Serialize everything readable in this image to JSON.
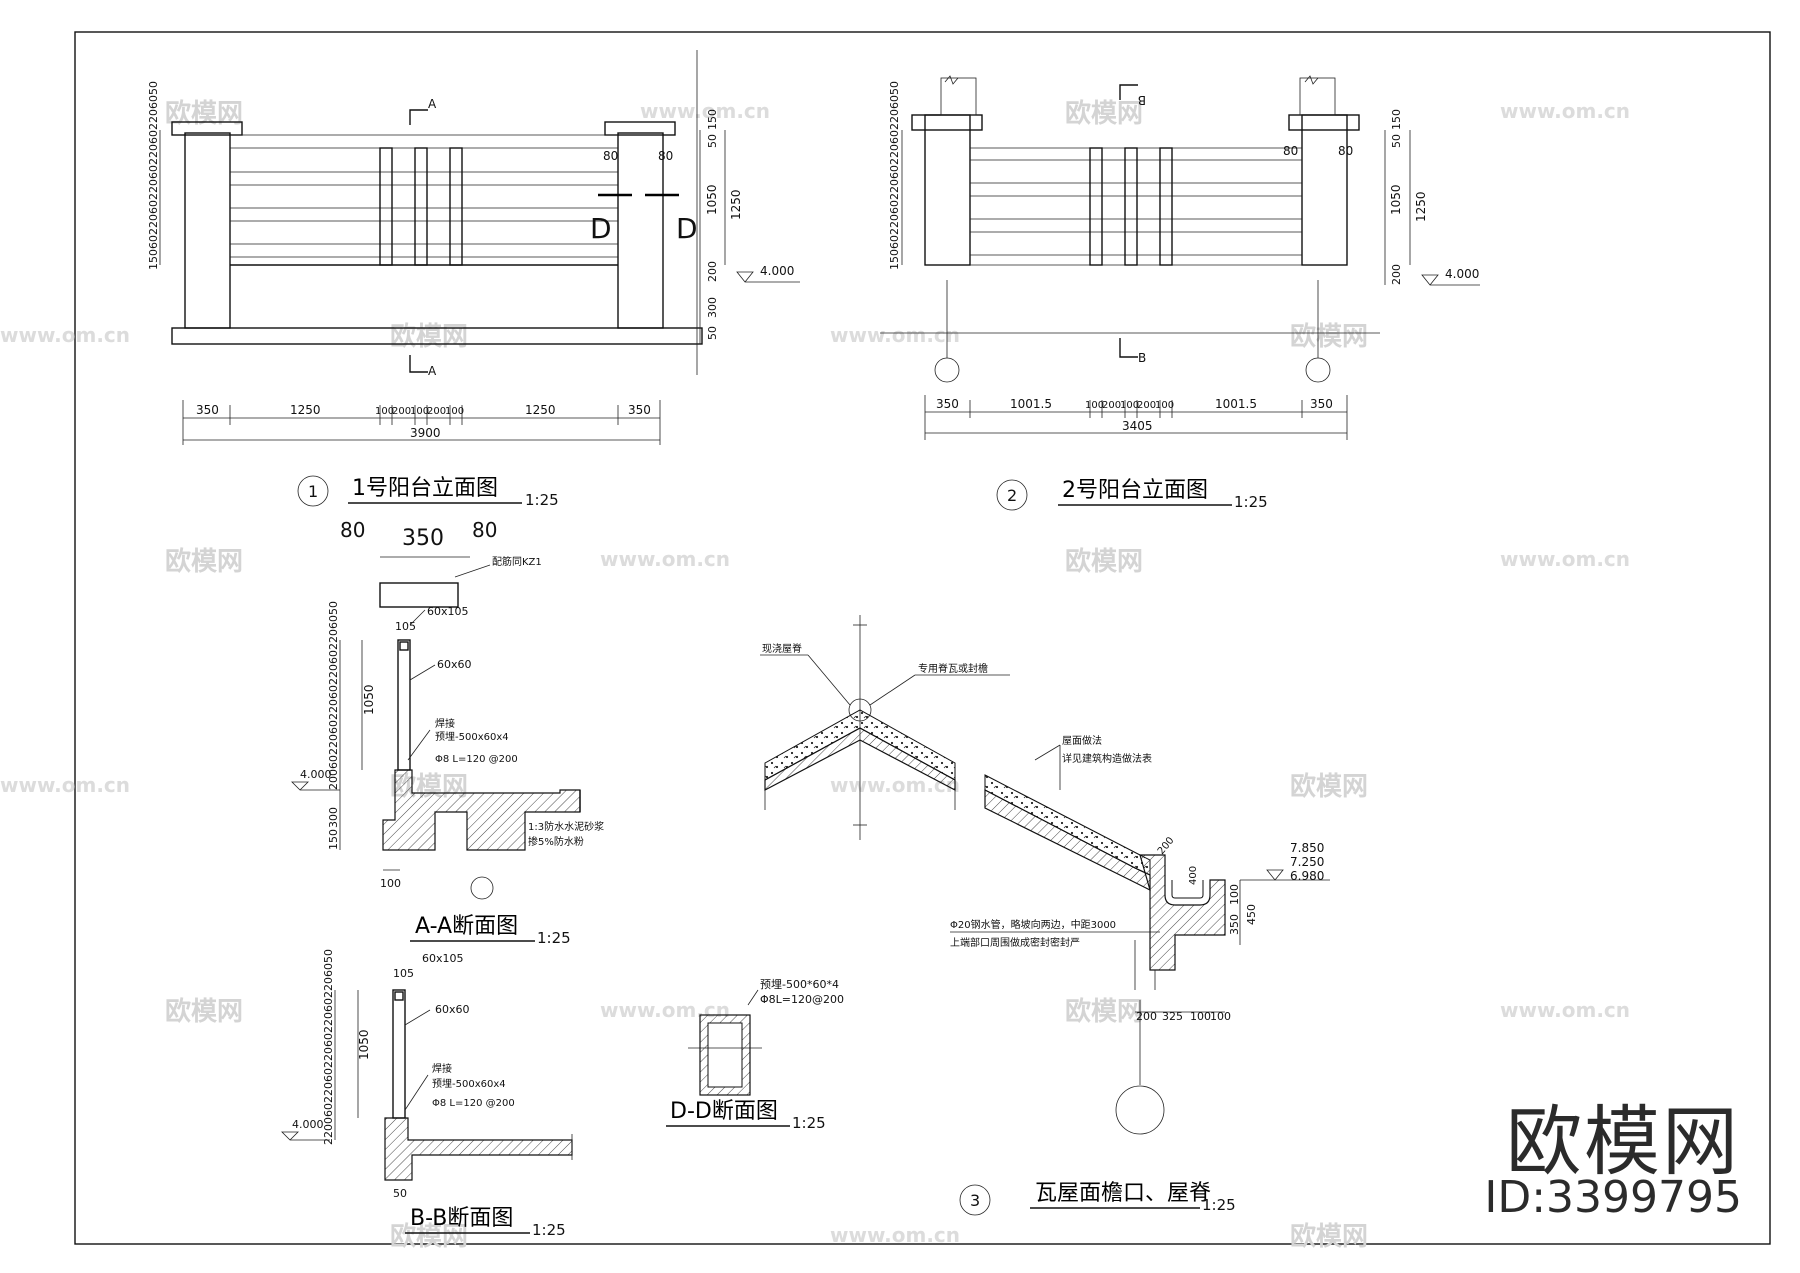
{
  "watermark": {
    "site": "www.om.cn",
    "brand": "欧模网"
  },
  "brand": {
    "name": "欧模网",
    "id": "ID:3399795"
  },
  "drawing1": {
    "number": "1",
    "title": "1号阳台立面图",
    "scale": "1:25",
    "section_a": "A",
    "section_d": "D",
    "elevation": "4.000",
    "dims_bottom": [
      "350",
      "1250",
      "100",
      "200",
      "100",
      "200",
      "100",
      "1250",
      "350"
    ],
    "total": "3900",
    "dims_left": "150602206022060220602206050",
    "dims_right": [
      "50",
      "150",
      "1050",
      "1250",
      "200",
      "300",
      "50"
    ],
    "dims_top": [
      "80",
      "80"
    ]
  },
  "drawing2": {
    "number": "2",
    "title": "2号阳台立面图",
    "scale": "1:25",
    "section_b": "B",
    "elevation": "4.000",
    "dims_bottom": [
      "350",
      "1001.5",
      "100",
      "200",
      "100",
      "200",
      "100",
      "1001.5",
      "350"
    ],
    "total": "3405",
    "dims_left": "150602206022060220602206050",
    "dims_right": [
      "50",
      "150",
      "1050",
      "1250",
      "200"
    ],
    "dims_top": [
      "80",
      "80"
    ]
  },
  "sectionAA": {
    "title": "A-A断面图",
    "scale": "1:25",
    "top": [
      "80",
      "350",
      "80"
    ],
    "labels": [
      "配筋同KZ1",
      "60x105",
      "60x60",
      "焊接",
      "预埋-500x60x4",
      "Φ8 L=120 @200",
      "1:3防水水泥砂浆",
      "掺5%防水粉"
    ],
    "dims_small": [
      "105"
    ],
    "dims_left": [
      "200602206022060220602206050",
      "1050",
      "200",
      "300",
      "150"
    ],
    "bottom": "100",
    "elevation": "4.000"
  },
  "sectionBB": {
    "title": "B-B断面图",
    "scale": "1:25",
    "labels": [
      "60x105",
      "60x60",
      "焊接",
      "预埋-500x60x4",
      "Φ8 L=120 @200"
    ],
    "dims_small": [
      "105"
    ],
    "dims_left": [
      "2200602206022060220602206050",
      "1050"
    ],
    "bottom": "50",
    "elevation": "4.000"
  },
  "sectionDD": {
    "title": "D-D断面图",
    "scale": "1:25",
    "labels": [
      "预埋-500*60*4",
      "Φ8L=120@200"
    ]
  },
  "drawing3": {
    "number": "3",
    "title": "瓦屋面檐口、屋脊",
    "scale": "1:25",
    "labels": [
      "屋面做法",
      "详见建筑构造做法表",
      "现浇屋脊",
      "专用脊瓦或封檐",
      "Φ20钢水管，略坡向两边，中距3000",
      "上端部口周围做成密封密封严"
    ],
    "elevations": [
      "7.850",
      "7.250",
      "6.980"
    ],
    "dims": [
      "200",
      "325",
      "100",
      "100",
      "350",
      "100",
      "450",
      "400",
      "200"
    ]
  }
}
